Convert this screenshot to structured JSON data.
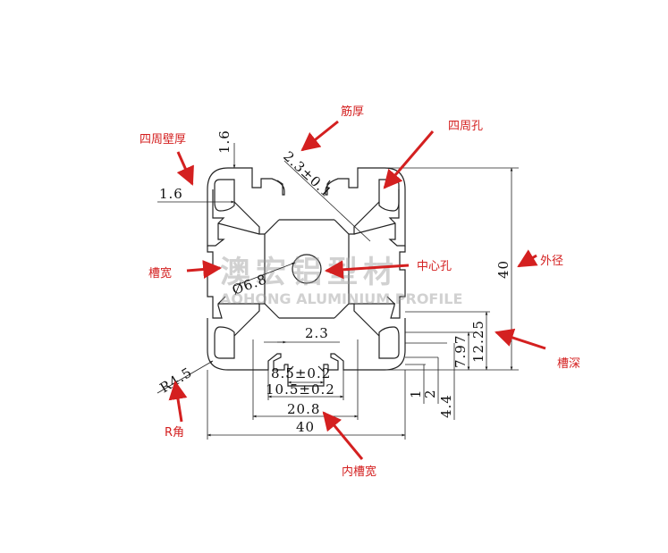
{
  "callouts": {
    "wall_thickness": "四周壁厚",
    "rib_thickness": "筋厚",
    "corner_holes": "四周孔",
    "slot_width": "槽宽",
    "center_hole": "中心孔",
    "outer_size": "外径",
    "slot_depth": "槽深",
    "r_corner": "R角",
    "inner_slot_width": "内槽宽"
  },
  "dimensions": {
    "wall_v": "1.6",
    "wall_h": "1.6",
    "rib": "2.3±0.1",
    "center_dia": "Ø6.8",
    "side_40": "40",
    "bottom_40": "40",
    "lip_2_3": "2.3",
    "slot_8_5": "8.5±0.2",
    "slot_10_5": "10.5±0.2",
    "slot_20_8": "20.8",
    "radius": "R4.5",
    "d_1": "1",
    "d_2": "2",
    "d_4_4": "4.4",
    "d_7_97": "7.97",
    "d_12_25": "12.25"
  },
  "watermark": {
    "cn": "澳宏铝型材",
    "en": "AOHONG ALUMINIUM PROFILE"
  },
  "colors": {
    "callout": "#d42020",
    "line": "#222222",
    "watermark": "#9a9a9a"
  }
}
